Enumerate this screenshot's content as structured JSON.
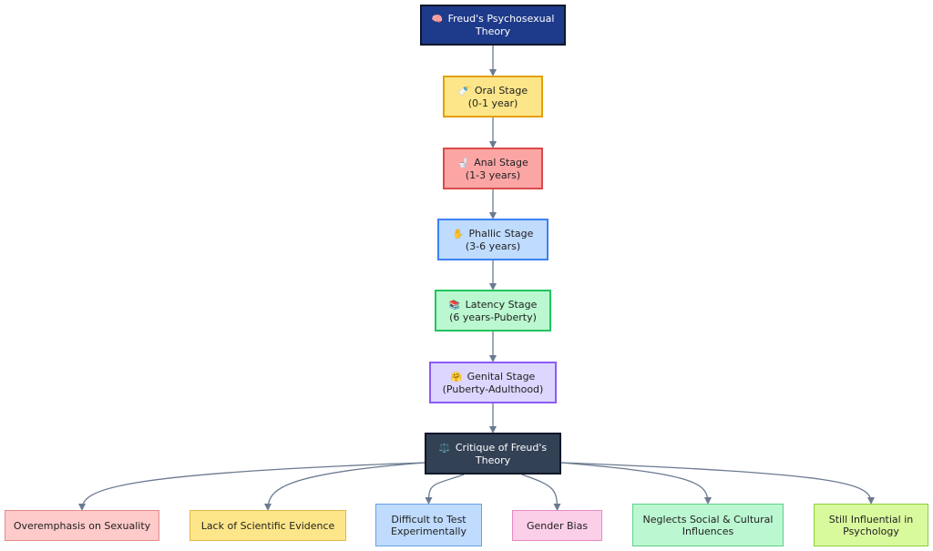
{
  "diagram": {
    "root": {
      "icon": "brain-icon",
      "glyph": "🧠",
      "line1": "Freud's Psychosexual",
      "line2": "Theory",
      "fill": "#1e3a8a",
      "stroke": "#0f172a",
      "text_color": "#ffffff"
    },
    "stages": [
      {
        "icon": "baby-bottle-icon",
        "glyph": "🍼",
        "line1": "Oral Stage",
        "line2": "(0-1 year)",
        "fill": "#fde68a",
        "stroke": "#e3a008"
      },
      {
        "icon": "toilet-icon",
        "glyph": "🚽",
        "line1": "Anal Stage",
        "line2": "(1-3 years)",
        "fill": "#fca5a5",
        "stroke": "#dc4a4a"
      },
      {
        "icon": "hand-icon",
        "glyph": "✋",
        "line1": "Phallic Stage",
        "line2": "(3-6 years)",
        "fill": "#bfdbfe",
        "stroke": "#3b82f6"
      },
      {
        "icon": "books-icon",
        "glyph": "📚",
        "line1": "Latency Stage",
        "line2": "(6 years-Puberty)",
        "fill": "#bbf7d0",
        "stroke": "#22c55e"
      },
      {
        "icon": "heart-hands-icon",
        "glyph": "🤗",
        "line1": "Genital Stage",
        "line2": "(Puberty-Adulthood)",
        "fill": "#ddd6fe",
        "stroke": "#8b5cf6"
      }
    ],
    "critique": {
      "icon": "scales-icon",
      "glyph": "⚖️",
      "line1": "Critique of Freud's",
      "line2": "Theory",
      "fill": "#334155",
      "stroke": "#0f172a",
      "text_color": "#ffffff"
    },
    "critiques": [
      {
        "line1": "Overemphasis on Sexuality",
        "line2": "",
        "fill": "#fecaca",
        "stroke": "#e58a8a"
      },
      {
        "line1": "Lack of Scientific Evidence",
        "line2": "",
        "fill": "#fde68a",
        "stroke": "#e0b84a"
      },
      {
        "line1": "Difficult to Test",
        "line2": "Experimentally",
        "fill": "#bfdbfe",
        "stroke": "#6aa0e8"
      },
      {
        "line1": "Gender Bias",
        "line2": "",
        "fill": "#fbcfe8",
        "stroke": "#e68ac0"
      },
      {
        "line1": "Neglects Social & Cultural",
        "line2": "Influences",
        "fill": "#bbf7d0",
        "stroke": "#5fcf8a"
      },
      {
        "line1": "Still Influential in",
        "line2": "Psychology",
        "fill": "#d9f99d",
        "stroke": "#8fcf3a"
      }
    ],
    "edge_color": "#6b7a90"
  }
}
